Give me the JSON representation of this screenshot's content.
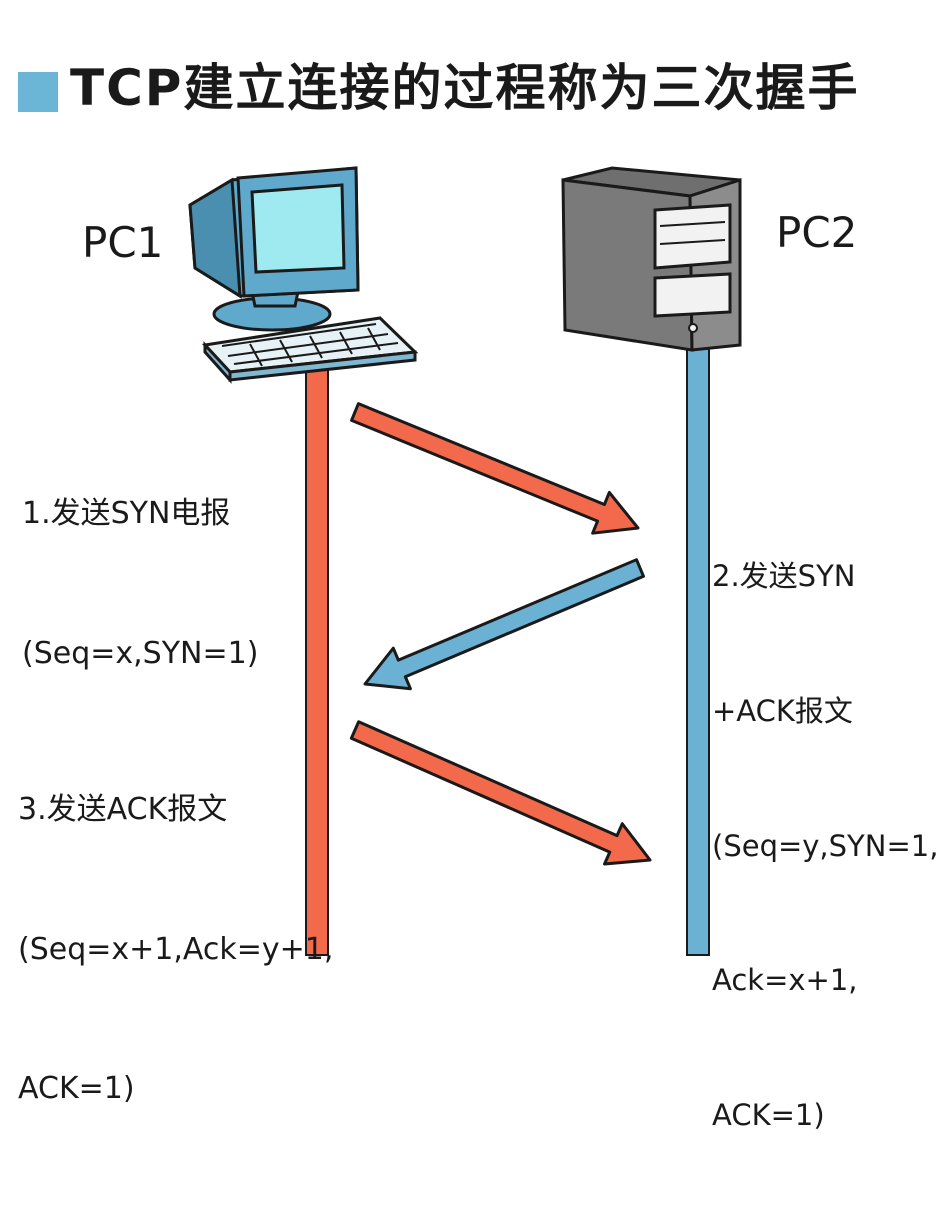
{
  "title": "TCP建立连接的过程称为三次握手",
  "colors": {
    "title_square": "#6bb6d6",
    "pc1_line": "#f26a4b",
    "pc2_line": "#6bb1d4",
    "arrow_to_pc2": "#f26a4b",
    "arrow_to_pc1": "#6bb1d4",
    "outline": "#1a1a1a",
    "monitor_screen": "#9eeaf0",
    "monitor_body": "#5fa9cc",
    "server_body": "#8c8c8c"
  },
  "nodes": {
    "pc1": {
      "label": "PC1",
      "icon": "desktop-computer-icon"
    },
    "pc2": {
      "label": "PC2",
      "icon": "server-tower-icon"
    }
  },
  "steps": [
    {
      "line1": "1.发送SYN电报",
      "line2": "(Seq=x,SYN=1)",
      "from": "pc1",
      "to": "pc2"
    },
    {
      "line1": "2.发送SYN",
      "line2": "+ACK报文",
      "line3": "(Seq=y,SYN=1,",
      "line4": "Ack=x+1,",
      "line5": "ACK=1)",
      "from": "pc2",
      "to": "pc1"
    },
    {
      "line1": "3.发送ACK报文",
      "line2": "(Seq=x+1,Ack=y+1,",
      "line3": "ACK=1)",
      "from": "pc1",
      "to": "pc2"
    }
  ]
}
